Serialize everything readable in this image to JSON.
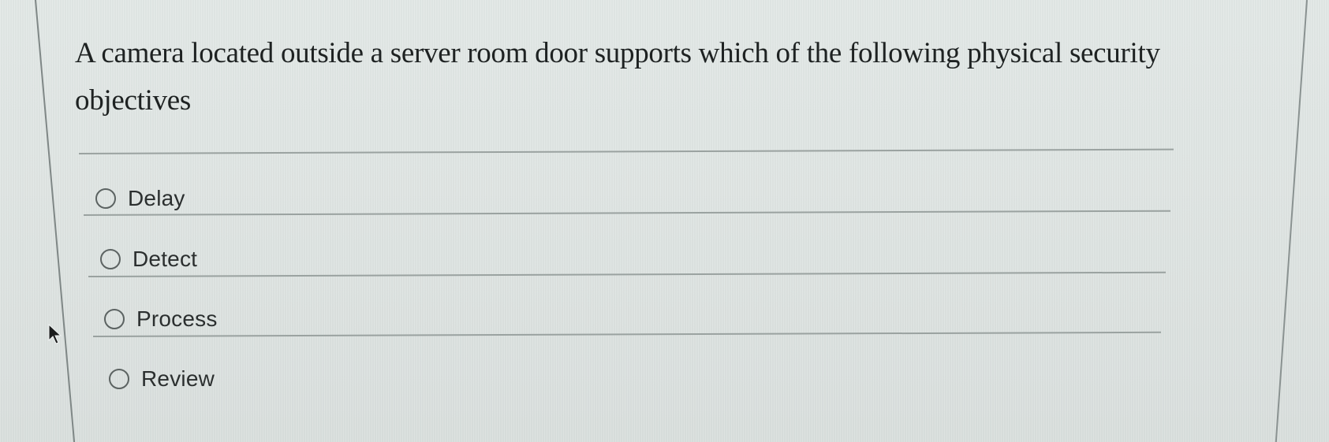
{
  "question": {
    "text": "A camera located outside a server room door supports which of the following physical security objectives"
  },
  "options": [
    {
      "label": "Delay",
      "selected": false
    },
    {
      "label": "Detect",
      "selected": false
    },
    {
      "label": "Process",
      "selected": false
    },
    {
      "label": "Review",
      "selected": false
    }
  ],
  "colors": {
    "background": "#dde3e2",
    "text": "#1e2222",
    "divider": "#9aa2a0",
    "radio_border": "#5c6362"
  }
}
